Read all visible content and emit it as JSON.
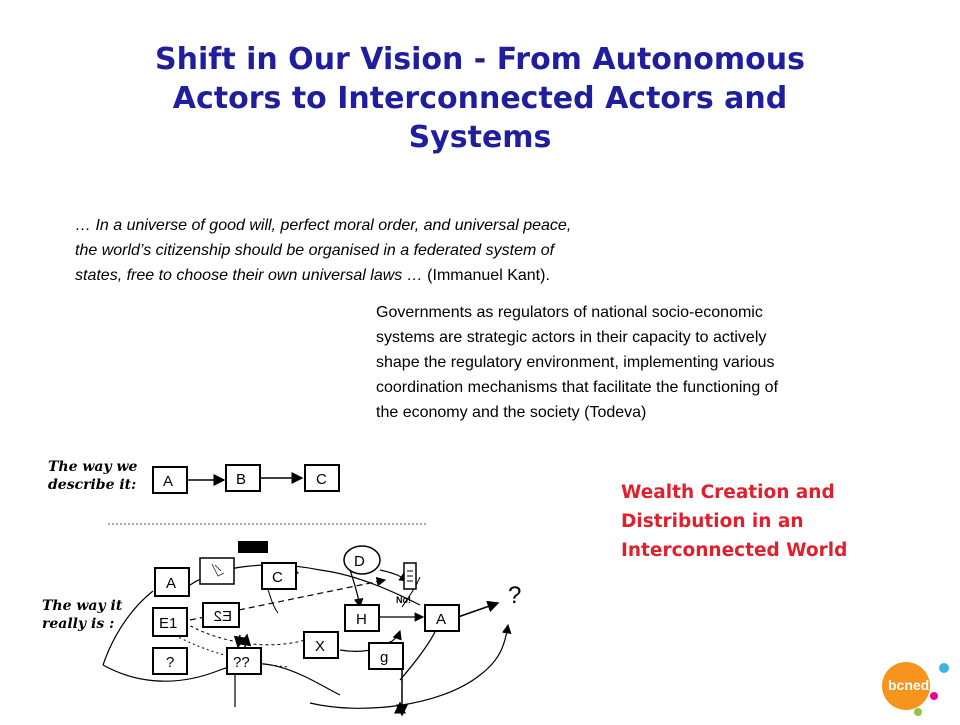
{
  "title": {
    "lines": [
      "Shift in Our Vision - From Autonomous",
      "Actors to Interconnected Actors and",
      "Systems"
    ]
  },
  "quote": {
    "lines": [
      "… In a universe of good will, perfect moral order, and universal peace,",
      "the world’s citizenship should be organised in a federated system of",
      "states, free to choose their own universal laws …"
    ],
    "attribution": "(Immanuel Kant)."
  },
  "governments": {
    "lines": [
      "Governments as regulators of national socio-economic",
      "systems are strategic actors in their capacity to actively",
      "shape the regulatory environment, implementing various",
      "coordination mechanisms that facilitate the functioning of",
      "the economy and the society (Todeva)"
    ]
  },
  "callout": {
    "lines": [
      "Wealth Creation and",
      "Distribution in an",
      "Interconnected World"
    ],
    "color": "#e0202c"
  },
  "diagram": {
    "describe_label": [
      "The way we",
      "describe it:"
    ],
    "really_label": [
      "The way it",
      "really is :"
    ],
    "top_boxes": [
      "A",
      "B",
      "C"
    ],
    "nodes": {
      "a": "A",
      "c": "C",
      "d": "D",
      "e1": "E1",
      "e2": "E2",
      "h": "H",
      "a2": "A",
      "x": "X",
      "g": "g",
      "q1": "?",
      "q2": "??",
      "final_q": "?",
      "no": "No!"
    }
  },
  "logo": {
    "text": "bcned",
    "colors": [
      "#f7941d",
      "#3ab5e6",
      "#ec008c",
      "#8dc63f"
    ]
  },
  "colors": {
    "title": "#1f1f9e",
    "callout": "#e0202c"
  }
}
